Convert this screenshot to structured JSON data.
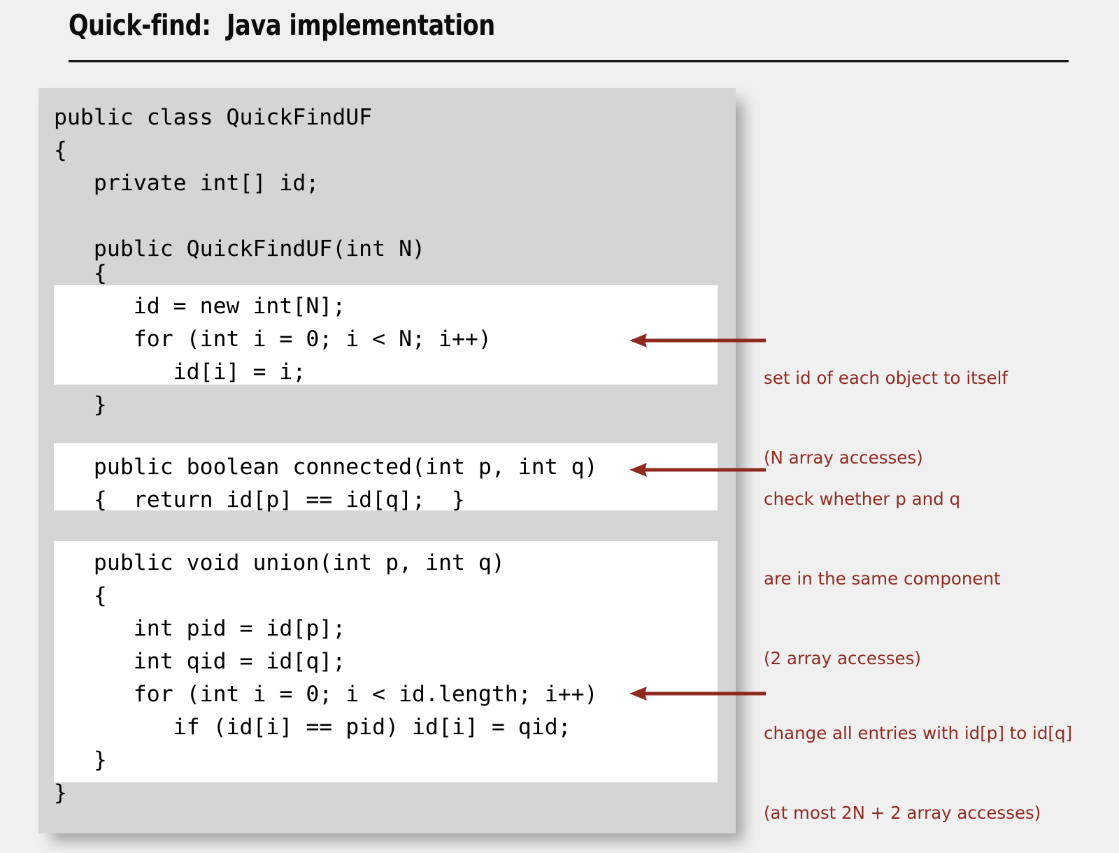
{
  "slide": {
    "title": "Quick-find:  Java implementation",
    "accent_color": "#8f2a21",
    "panel_color": "#d5d5d5",
    "highlight_color": "#ffffff",
    "background_color": "#f0f0f0"
  },
  "code": {
    "language": "Java",
    "class_name": "QuickFindUF",
    "lines": [
      {
        "text": "public class QuickFindUF",
        "indent": 0,
        "highlight": false
      },
      {
        "text": "{",
        "indent": 0,
        "highlight": false
      },
      {
        "text": "   private int[] id;",
        "indent": 1,
        "highlight": false
      },
      {
        "text": "",
        "indent": 0,
        "highlight": false
      },
      {
        "text": "   public QuickFindUF(int N)",
        "indent": 1,
        "highlight": false
      },
      {
        "text": "   {",
        "indent": 1,
        "highlight": false
      },
      {
        "text": "      id = new int[N];",
        "indent": 2,
        "highlight": true
      },
      {
        "text": "      for (int i = 0; i < N; i++)",
        "indent": 2,
        "highlight": true
      },
      {
        "text": "         id[i] = i;",
        "indent": 3,
        "highlight": true
      },
      {
        "text": "   }",
        "indent": 1,
        "highlight": false
      },
      {
        "text": "",
        "indent": 0,
        "highlight": false
      },
      {
        "text": "   public boolean connected(int p, int q)",
        "indent": 1,
        "highlight": true
      },
      {
        "text": "   {  return id[p] == id[q];  }",
        "indent": 1,
        "highlight": true
      },
      {
        "text": "",
        "indent": 0,
        "highlight": false
      },
      {
        "text": "   public void union(int p, int q)",
        "indent": 1,
        "highlight": true
      },
      {
        "text": "   {",
        "indent": 1,
        "highlight": true
      },
      {
        "text": "      int pid = id[p];",
        "indent": 2,
        "highlight": true
      },
      {
        "text": "      int qid = id[q];",
        "indent": 2,
        "highlight": true
      },
      {
        "text": "      for (int i = 0; i < id.length; i++)",
        "indent": 2,
        "highlight": true
      },
      {
        "text": "         if (id[i] == pid) id[i] = qid;",
        "indent": 3,
        "highlight": true
      },
      {
        "text": "   }",
        "indent": 1,
        "highlight": true
      },
      {
        "text": "}",
        "indent": 0,
        "highlight": false
      }
    ]
  },
  "annotations": [
    {
      "id": "constructor-note",
      "lines": [
        "set id of each object to itself",
        "(N array accesses)"
      ]
    },
    {
      "id": "connected-note",
      "lines": [
        "check whether p and q",
        "are in the same component",
        "(2 array accesses)"
      ]
    },
    {
      "id": "union-note",
      "lines": [
        "change all entries with id[p] to id[q]",
        "(at most 2N + 2 array accesses)"
      ]
    }
  ]
}
